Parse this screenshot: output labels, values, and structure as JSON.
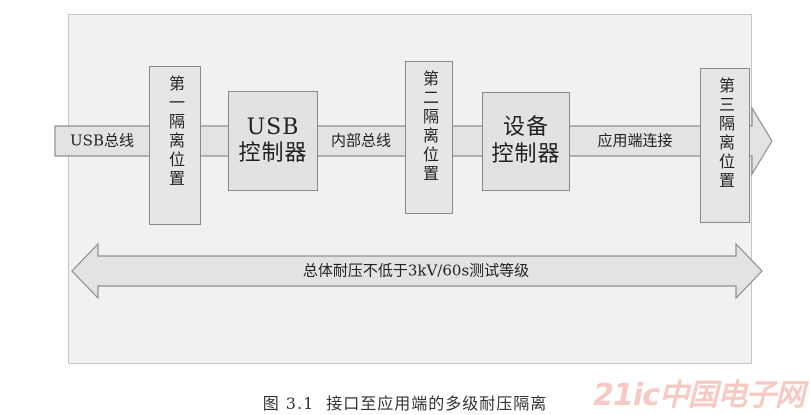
{
  "diagram": {
    "flow_labels": {
      "usb_bus": "USB总线",
      "internal_bus": "内部总线",
      "app_connection": "应用端连接"
    },
    "boxes": {
      "usb_controller": [
        "USB",
        "控制器"
      ],
      "device_controller": [
        "设备",
        "控制器"
      ]
    },
    "isolation": {
      "first": "第一隔离位置",
      "second": "第二隔离位置",
      "third": "第三隔离位置"
    },
    "withstand_label": "总体耐压不低于3kV/60s测试等级"
  },
  "caption": {
    "number": "图 3.1",
    "text": "接口至应用端的多级耐压隔离"
  },
  "watermark": "21ic中国电子网",
  "colors": {
    "frame_bg": "#f1f1f1",
    "box_fill": "#e2e2e2",
    "outline": "#8a8a8a"
  }
}
